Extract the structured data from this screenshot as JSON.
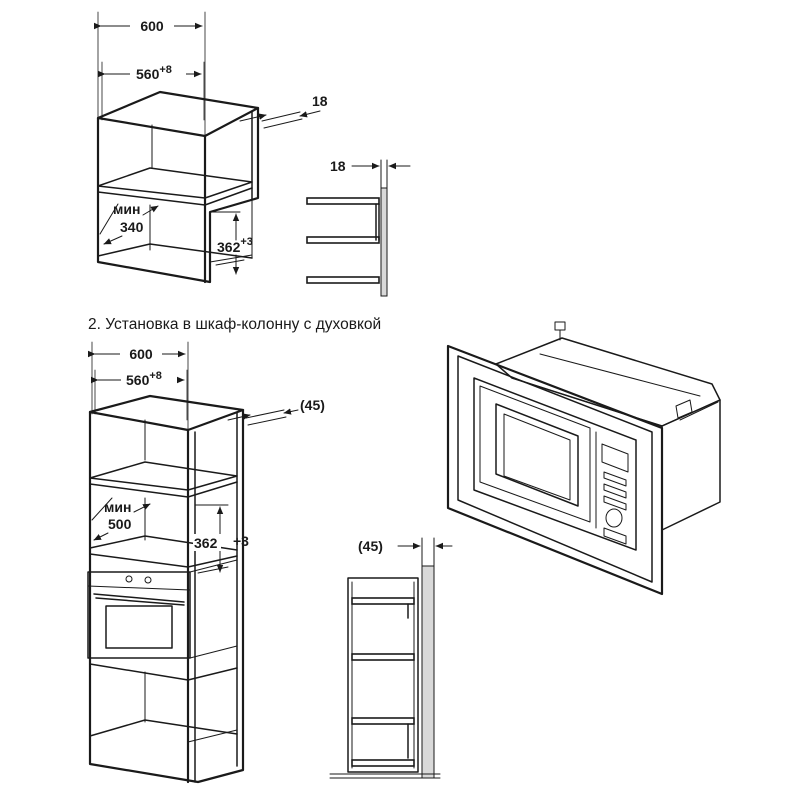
{
  "figure1": {
    "width_label": "600",
    "inner_width_base": "560",
    "inner_width_tol": "+8",
    "depth_label": "18",
    "min_label": "мин",
    "min_depth": "340",
    "height_base": "362",
    "height_tol": "+3",
    "side_gap_label": "18"
  },
  "figure2": {
    "caption": "2. Установка в шкаф-колонну с духовкой",
    "width_label": "600",
    "inner_width_base": "560",
    "inner_width_tol": "+8",
    "depth_label": "(45)",
    "min_label": "мин",
    "min_depth": "500",
    "height_base": "362",
    "height_tol": "+3",
    "side_gap_label": "(45)"
  }
}
